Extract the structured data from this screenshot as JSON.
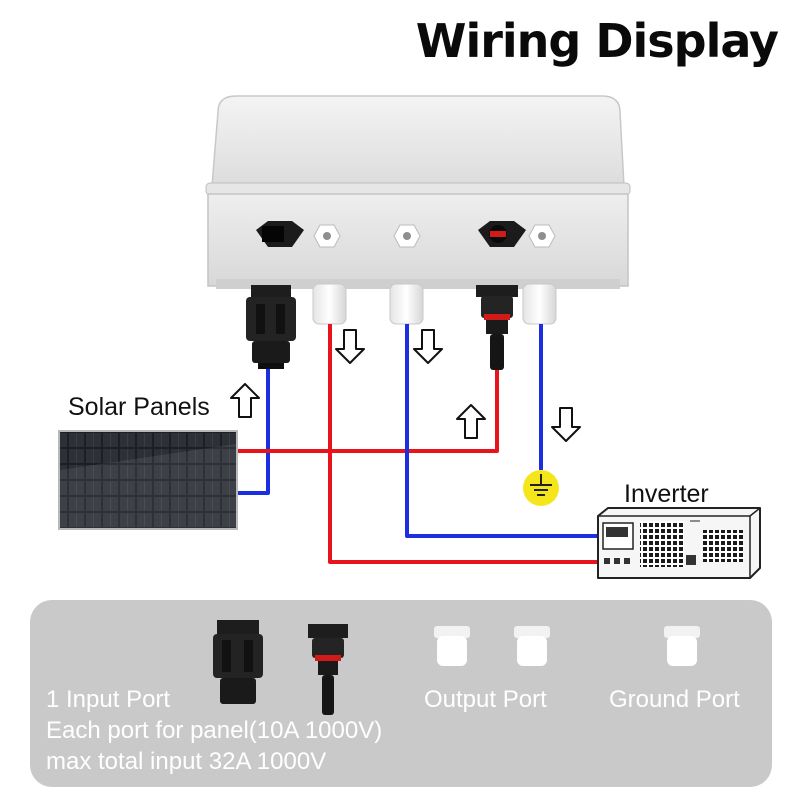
{
  "title": "Wiring Display",
  "labels": {
    "solar_panels": "Solar Panels",
    "inverter": "Inverter"
  },
  "legend": {
    "input_port": "1 Input Port",
    "each_port": "Each port for panel(10A 1000V)",
    "max_input": "max total input 32A 1000V",
    "output_port": "Output Port",
    "ground_port": "Ground Port"
  },
  "colors": {
    "positive_wire": "#e8141b",
    "negative_wire": "#1b2fe0",
    "ground_symbol": "#f5e61c",
    "legend_bg": "#c9c9c9"
  },
  "icons": [
    "combiner-box",
    "mc4-connector",
    "cable-gland",
    "solar-panel",
    "inverter",
    "ground-symbol",
    "arrow-up-icon",
    "arrow-down-icon"
  ]
}
